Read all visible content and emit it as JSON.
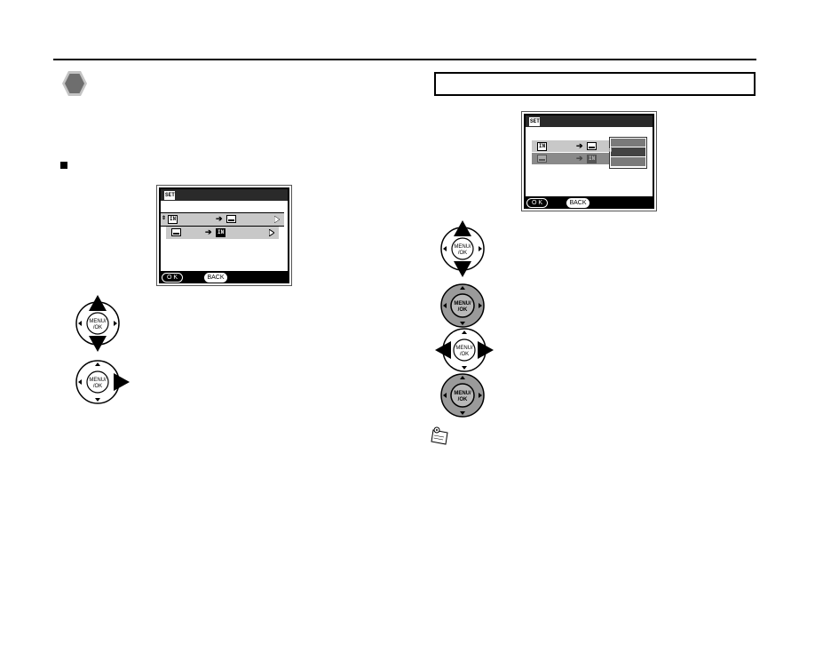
{
  "screen_left": {
    "title": "",
    "rows": [
      {
        "source": "IN",
        "arrow": "➔",
        "dest": "card",
        "has_chevron": true
      },
      {
        "source": "card",
        "arrow": "➔",
        "dest": "IN",
        "has_chevron": true
      }
    ],
    "footer": {
      "ok_label": "O K",
      "back_label": "BACK"
    }
  },
  "screen_right": {
    "title": "",
    "rows": [
      {
        "source": "IN",
        "arrow": "➔",
        "dest": "card"
      },
      {
        "source": "card",
        "arrow": "➔",
        "dest": "IN"
      }
    ],
    "popup_items": [
      "",
      "",
      ""
    ],
    "footer": {
      "ok_label": "O K",
      "back_label": "BACK"
    }
  },
  "dpad": {
    "center_label_1": "MENU/",
    "center_label_2": "/OK"
  },
  "icons": {
    "hexagon": "hexagon-step-icon",
    "square": "square-bullet-icon",
    "memo": "memo-note-icon"
  },
  "colors": {
    "hexagon_fill": "#6e6e6e",
    "hexagon_ring": "#c4c4c4",
    "lcd_bg": "#000000",
    "row_bg": "#c8c8c8"
  }
}
